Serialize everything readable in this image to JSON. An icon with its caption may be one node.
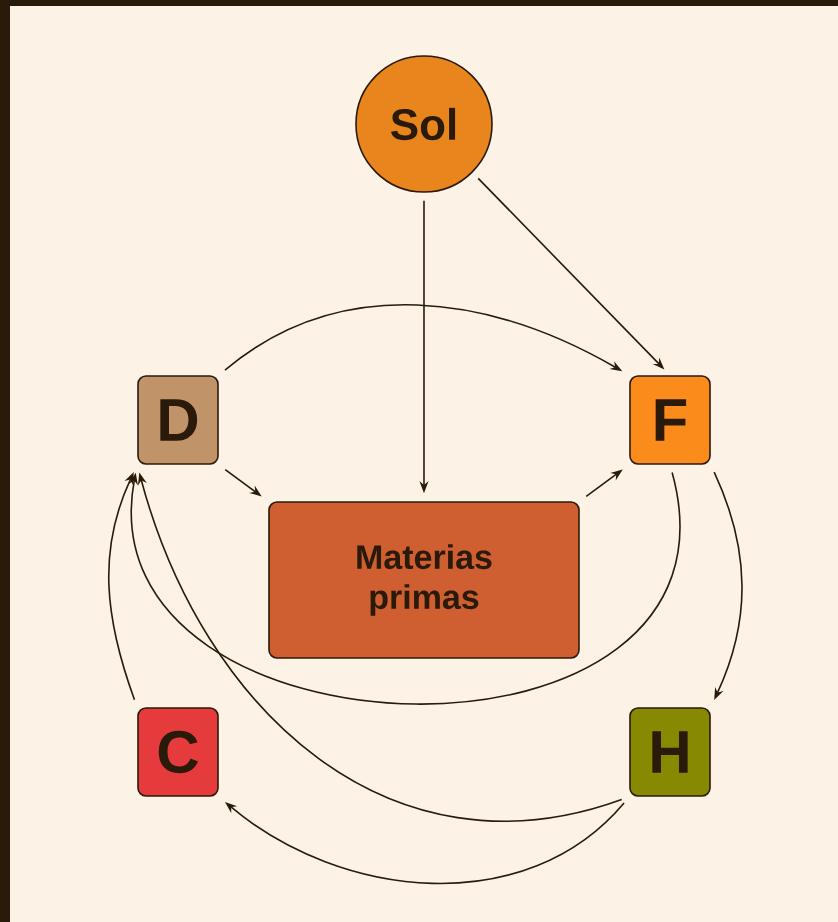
{
  "diagram": {
    "nodes": [
      {
        "text": [
          "Sol"
        ]
      },
      {
        "text": [
          "D"
        ]
      },
      {
        "text": [
          "F"
        ]
      },
      {
        "text": [
          "Materias primas"
        ]
      },
      {
        "text": [
          "C"
        ]
      },
      {
        "text": [
          "H"
        ]
      }
    ],
    "edges": [
      {
        "from": 0,
        "to": 3,
        "arrow": "to"
      },
      {
        "from": 0,
        "to": 2,
        "arrow": "to"
      },
      {
        "from": 1,
        "to": 2,
        "arrow": "to"
      },
      {
        "from": 1,
        "to": 3,
        "arrow": "to"
      },
      {
        "from": 3,
        "to": 2,
        "arrow": "to"
      },
      {
        "from": 2,
        "to": 5,
        "arrow": "to"
      },
      {
        "from": 2,
        "to": 1,
        "arrow": "to"
      },
      {
        "from": 5,
        "to": 1,
        "arrow": "to"
      },
      {
        "from": 5,
        "to": 4,
        "arrow": "to"
      },
      {
        "from": 4,
        "to": 1,
        "arrow": "to"
      }
    ]
  }
}
